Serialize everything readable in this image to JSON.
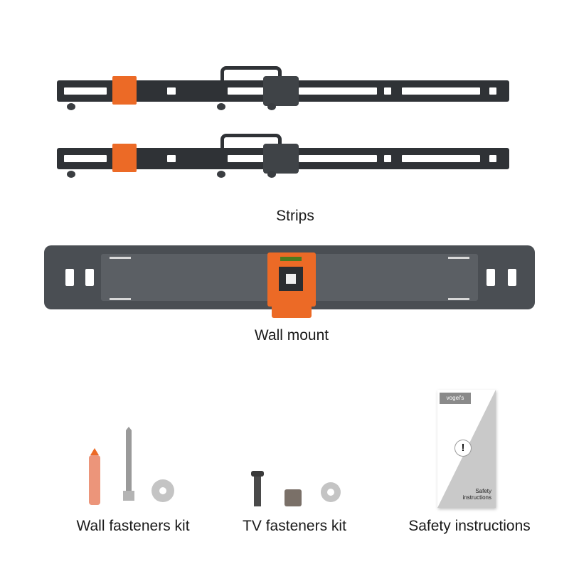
{
  "labels": {
    "strips": "Strips",
    "wall_mount": "Wall mount",
    "wall_fasteners": "Wall fasteners kit",
    "tv_fasteners": "TV fasteners kit",
    "safety": "Safety instructions"
  },
  "booklet": {
    "brand": "vogel's",
    "warning_symbol": "!",
    "title_line1": "Safety",
    "title_line2": "instructions"
  },
  "colors": {
    "accent_orange": "#ec6a26",
    "metal_dark": "#2f3236",
    "mount_gray": "#4a4e53"
  }
}
